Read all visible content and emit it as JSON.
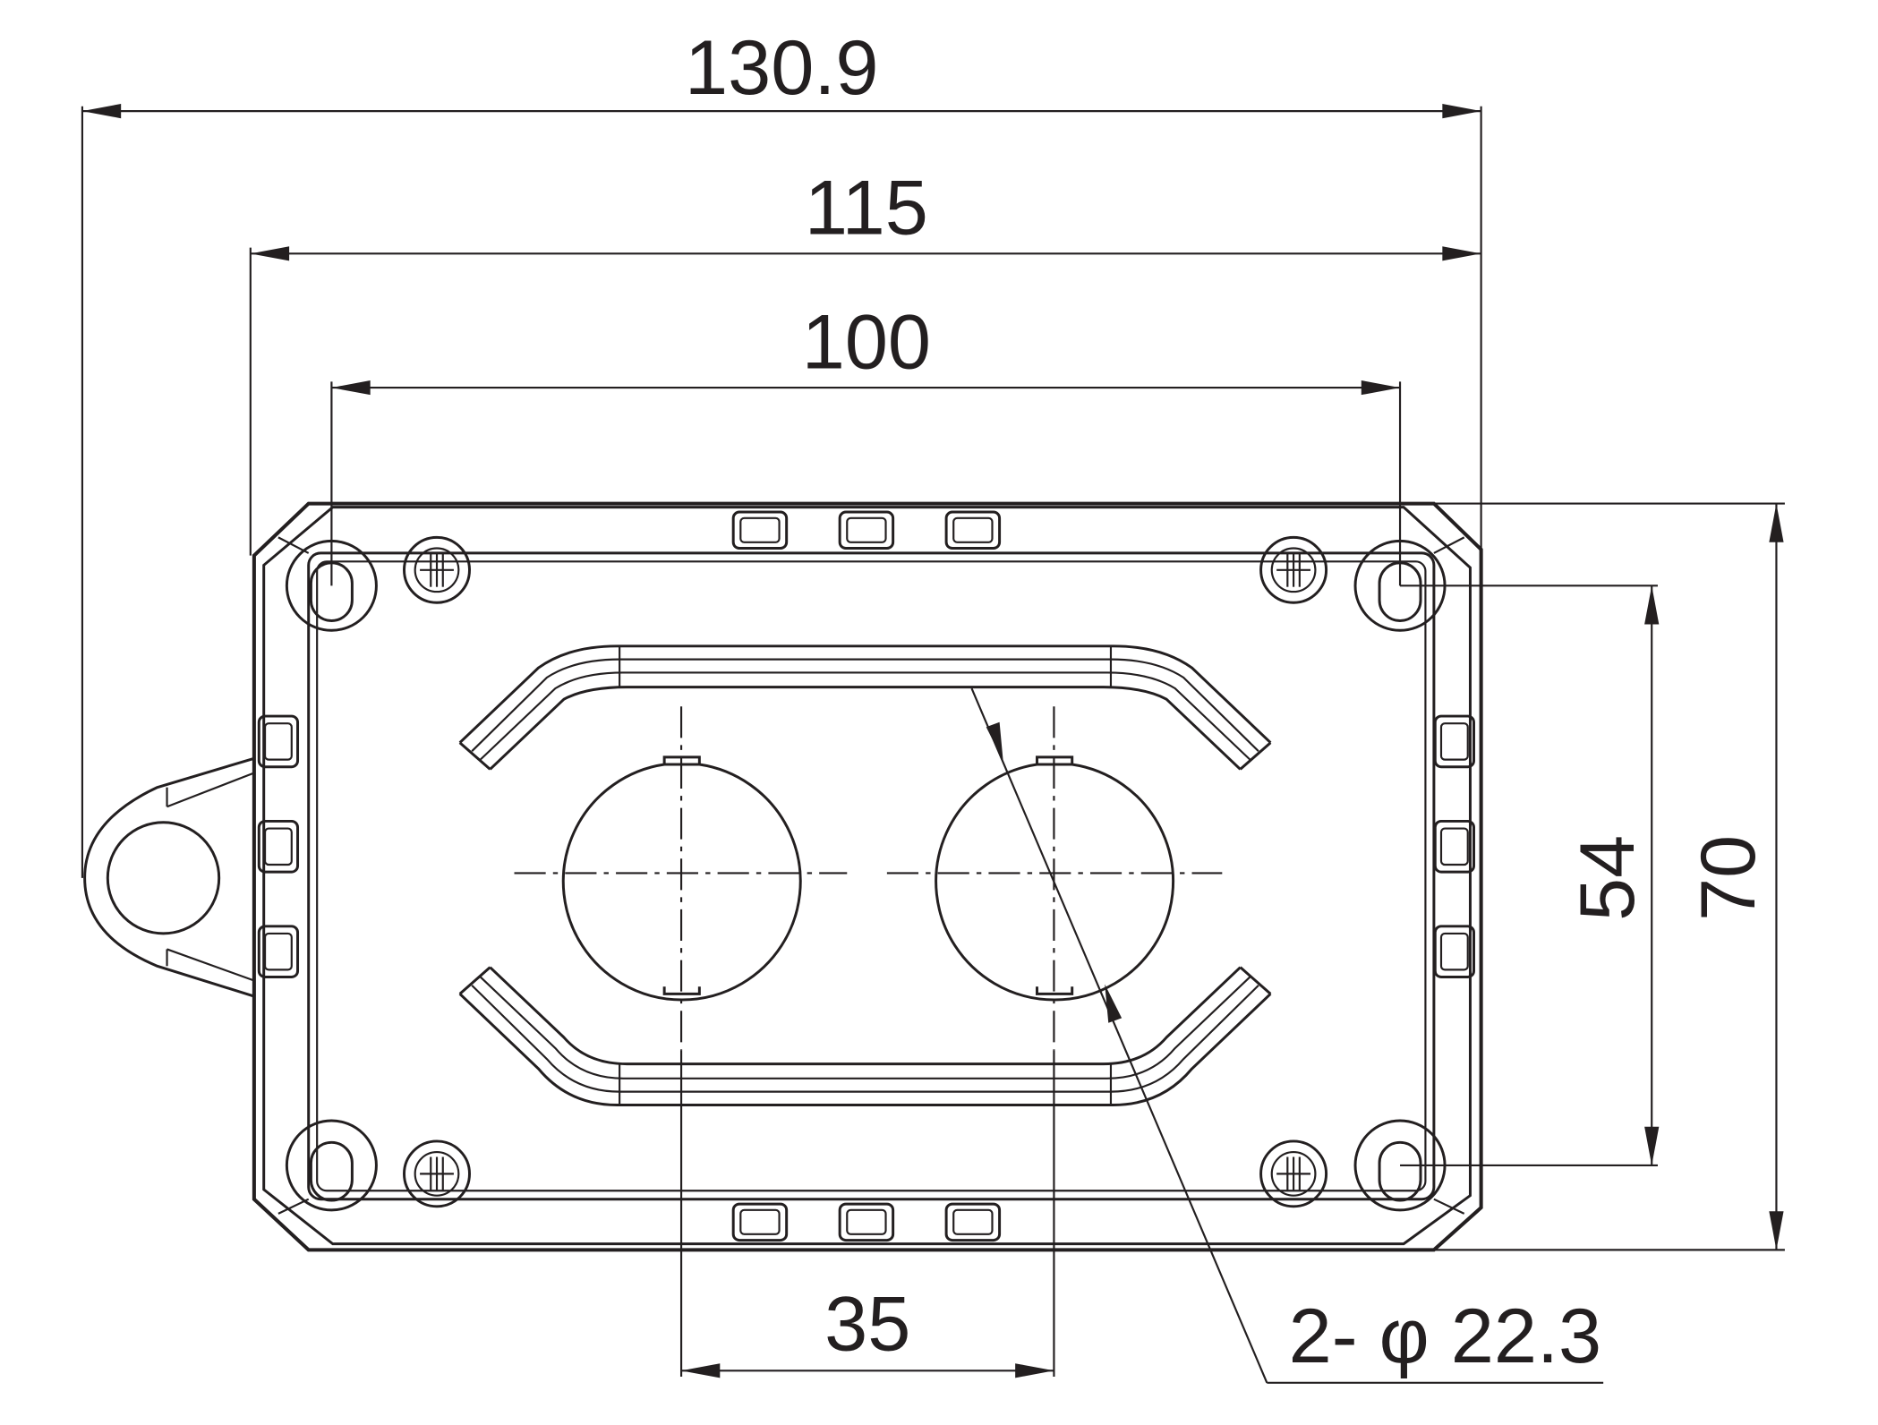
{
  "dimensions": {
    "overall_width": "130.9",
    "body_width": "115",
    "hole_spacing_width": "100",
    "button_spacing": "35",
    "hole_spacing_height": "54",
    "body_height": "70",
    "hole_callout": "2- φ 22.3"
  },
  "colors": {
    "line": "#231f20",
    "background": "#ffffff"
  }
}
